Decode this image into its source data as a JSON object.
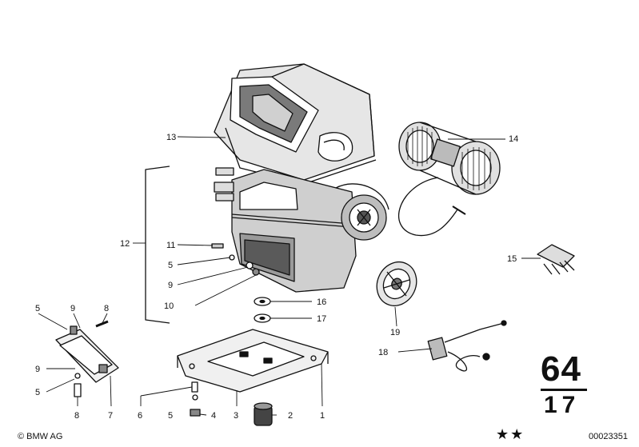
{
  "callouts": {
    "c1": "1",
    "c2": "2",
    "c3": "3",
    "c4": "4",
    "c5a": "5",
    "c5b": "5",
    "c5c": "5",
    "c6": "6",
    "c7": "7",
    "c8a": "8",
    "c8b": "8",
    "c9a": "9",
    "c9b": "9",
    "c9c": "9",
    "c10": "10",
    "c11": "11",
    "c12": "12",
    "c13": "13",
    "c14": "14",
    "c15": "15",
    "c16": "16",
    "c17": "17",
    "c18": "18",
    "c19": "19"
  },
  "group_number": "64",
  "sub_number": "17",
  "footer": {
    "copyright": "© BMW AG",
    "stars": "★★",
    "diagram_id": "00023351"
  }
}
